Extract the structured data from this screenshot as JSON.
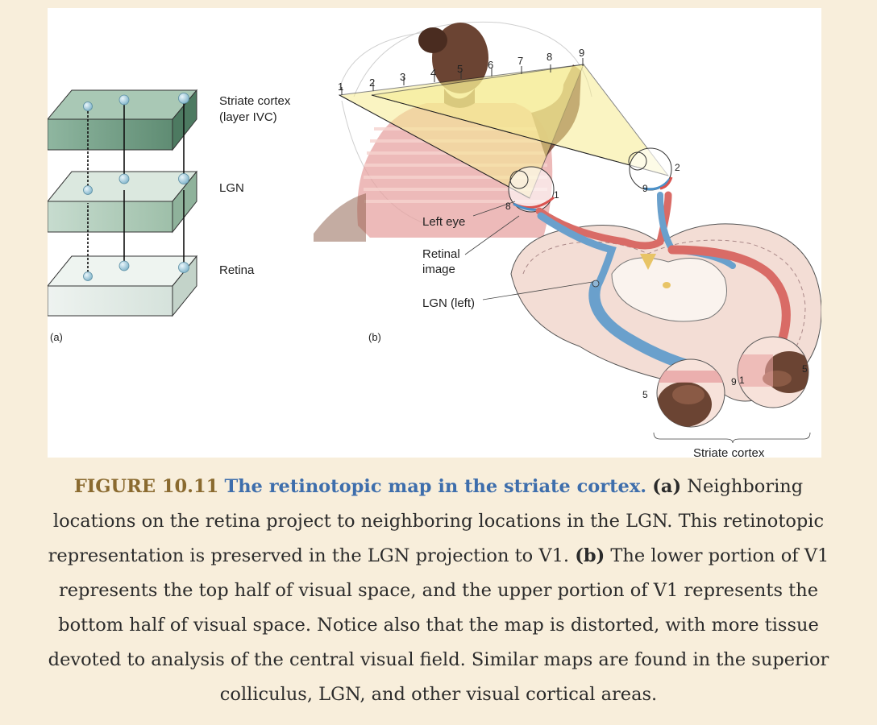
{
  "figure": {
    "panel_a": {
      "label": "(a)",
      "layers": {
        "top_line1": "Striate cortex",
        "top_line2": "(layer IVC)",
        "middle": "LGN",
        "bottom": "Retina"
      }
    },
    "panel_b": {
      "label": "(b)",
      "field_numbers": [
        "1",
        "2",
        "3",
        "4",
        "5",
        "6",
        "7",
        "8",
        "9"
      ],
      "eye_numbers": {
        "left_8": "8",
        "left_1": "1",
        "right_9": "9",
        "right_2": "2"
      },
      "cortex_numbers": {
        "a": "5",
        "b": "9",
        "c": "1",
        "d": "5"
      },
      "labels": {
        "left_eye": "Left eye",
        "retinal_image_line1": "Retinal",
        "retinal_image_line2": "image",
        "lgn_left": "LGN (left)",
        "striate_cortex": "Striate cortex"
      }
    }
  },
  "caption": {
    "figure_number": "FIGURE 10.11",
    "title": "The retinotopic map in the striate cortex.",
    "part_a_label": "(a)",
    "part_a_text": "Neighboring locations on the retina project to neighboring locations in the LGN. This retinotopic representation is preserved in the LGN projection to V1.",
    "part_b_label": "(b)",
    "part_b_text": "The lower portion of V1 represents the top half of visual space, and the upper portion of V1 represents the bottom half of visual space. Notice also that the map is distorted, with more tissue devoted to analysis of the central visual field. Similar maps are found in the superior colliculus, LGN, and other visual cortical areas."
  }
}
